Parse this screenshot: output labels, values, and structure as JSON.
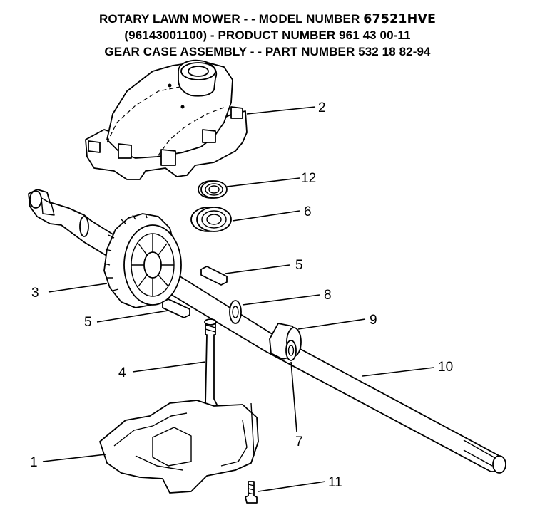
{
  "header": {
    "line1_prefix": "ROTARY LAWN MOWER - - MODEL NUMBER",
    "line1_model": "67521HVE",
    "line2": "(96143001100) - PRODUCT NUMBER 961 43 00-11",
    "line3": "GEAR CASE ASSEMBLY - - PART NUMBER 532 18 82-94"
  },
  "callouts": {
    "c1": "1",
    "c2": "2",
    "c3": "3",
    "c4": "4",
    "c5a": "5",
    "c5b": "5",
    "c6": "6",
    "c7": "7",
    "c8": "8",
    "c9": "9",
    "c10": "10",
    "c11": "11",
    "c12": "12"
  }
}
